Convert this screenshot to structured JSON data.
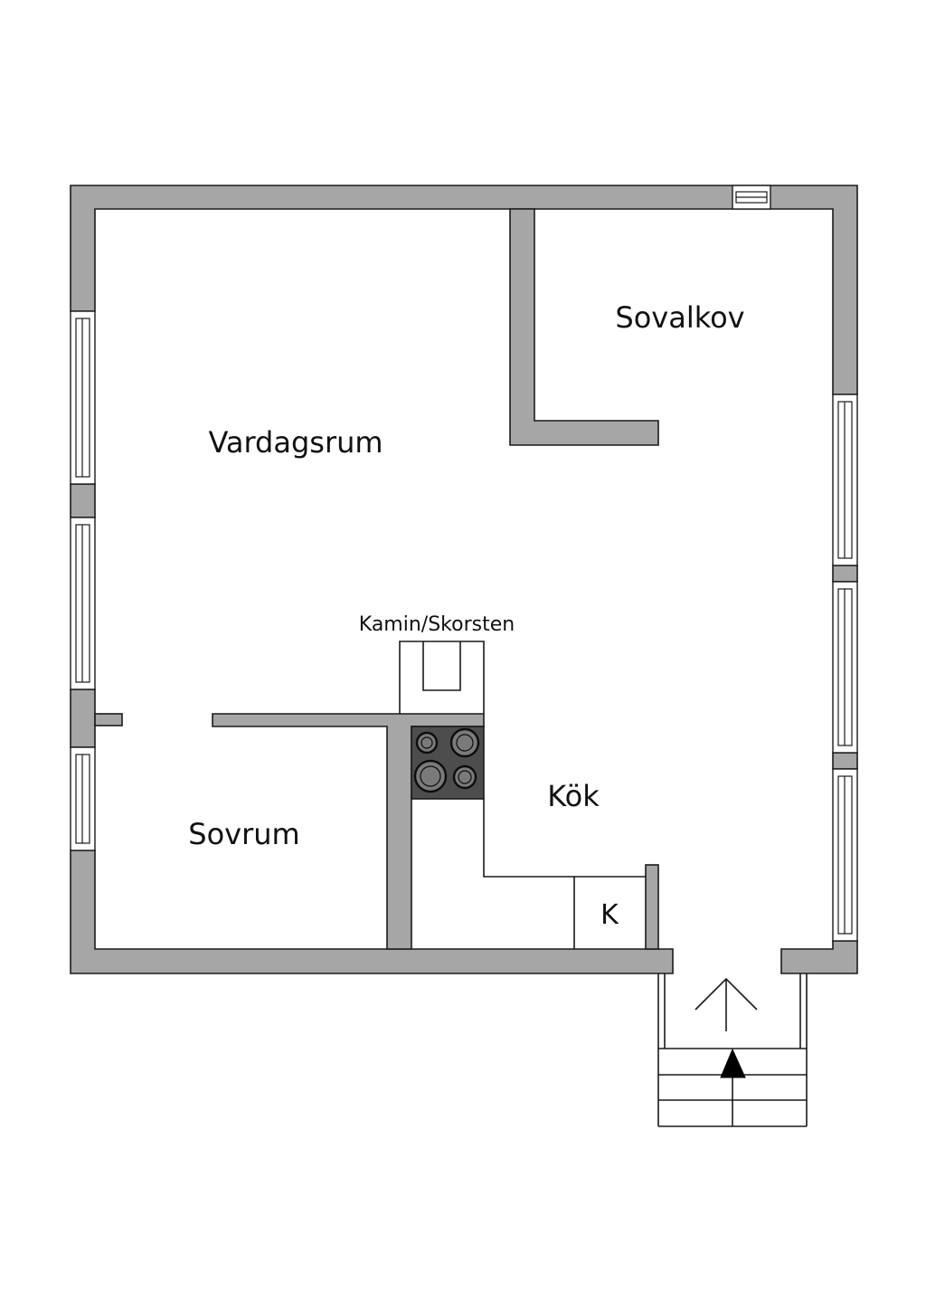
{
  "rooms": {
    "vardagsrum": "Vardagsrum",
    "sovalkov": "Sovalkov",
    "sovrum": "Sovrum",
    "kok": "Kök",
    "kamin": "Kamin/Skorsten",
    "k": "K"
  },
  "colors": {
    "wall_fill": "#a6a6a6",
    "stove_fill": "#4d4d4d",
    "line": "#1a1a1a"
  }
}
